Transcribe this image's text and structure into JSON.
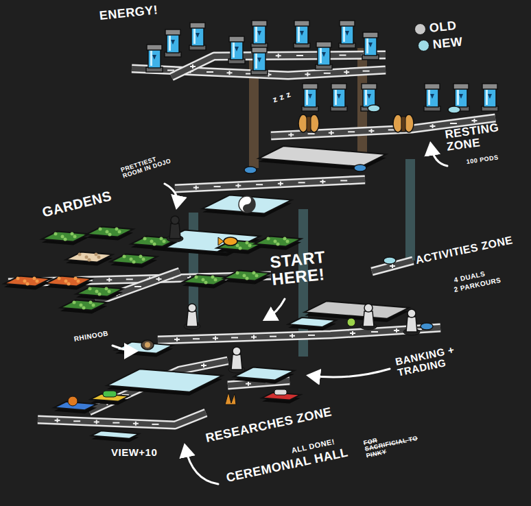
{
  "diagram": {
    "labels": [
      "ENERGY!",
      "z z z",
      "RESTING ZONE",
      "100 PODS",
      "PRETTIEST ROOM IN DOJO",
      "GARDENS",
      "START HERE!",
      "ACTIVITIES ZONE",
      "4 DUALS",
      "2 PARKOURS",
      "RHINOOB",
      "BANKING + TRADING",
      "VIEW+10",
      "RESEARCHES ZONE",
      "ALL DONE!",
      "CEREMONIAL HALL",
      "FOR SACRIFICIAL TO PINKY"
    ],
    "legend": [
      {
        "text": "OLD",
        "color": "#c8c8c8"
      },
      {
        "text": "NEW",
        "color": "#9fdbe6"
      }
    ]
  }
}
